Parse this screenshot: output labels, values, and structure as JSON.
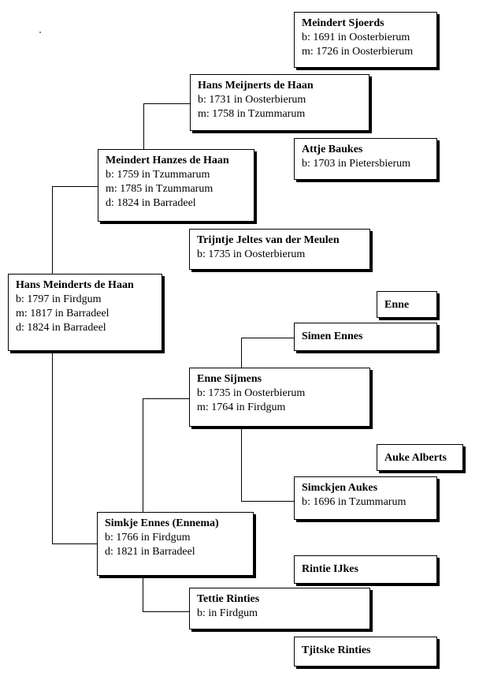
{
  "persons": {
    "meindert_sjoerds": {
      "name": "Meindert Sjoerds",
      "lines": [
        "b: 1691 in Oosterbierum",
        "m: 1726 in Oosterbierum"
      ]
    },
    "hans_meijnerts": {
      "name": "Hans Meijnerts de Haan",
      "lines": [
        "b: 1731 in Oosterbierum",
        "m: 1758 in Tzummarum"
      ]
    },
    "attje_baukes": {
      "name": "Attje Baukes",
      "lines": [
        "b: 1703 in Pietersbierum"
      ]
    },
    "meindert_hanzes": {
      "name": "Meindert Hanzes de Haan",
      "lines": [
        "b: 1759 in Tzummarum",
        "m: 1785 in Tzummarum",
        "d: 1824 in Barradeel"
      ]
    },
    "trijntje_jeltes": {
      "name": "Trijntje Jeltes van der Meulen",
      "lines": [
        "b: 1735 in Oosterbierum"
      ]
    },
    "hans_meinderts": {
      "name": "Hans Meinderts de Haan",
      "lines": [
        "b: 1797 in Firdgum",
        "m: 1817 in Barradeel",
        "d: 1824 in Barradeel"
      ]
    },
    "enne": {
      "name": "Enne",
      "lines": []
    },
    "simen_ennes": {
      "name": "Simen Ennes",
      "lines": []
    },
    "enne_sijmens": {
      "name": "Enne Sijmens",
      "lines": [
        "b: 1735 in Oosterbierum",
        "m: 1764 in Firdgum"
      ]
    },
    "auke_alberts": {
      "name": "Auke Alberts",
      "lines": []
    },
    "simckjen_aukes": {
      "name": "Simckjen Aukes",
      "lines": [
        "b: 1696 in Tzummarum"
      ]
    },
    "simkje_ennes": {
      "name": "Simkje Ennes (Ennema)",
      "lines": [
        "b: 1766 in Firdgum",
        "d: 1821 in Barradeel"
      ]
    },
    "rintie_ijkes": {
      "name": "Rintie IJkes",
      "lines": []
    },
    "tettie_rinties": {
      "name": "Tettie Rinties",
      "lines": [
        "b: in Firdgum"
      ]
    },
    "tjitske_rinties": {
      "name": "Tjitske Rinties",
      "lines": []
    }
  }
}
